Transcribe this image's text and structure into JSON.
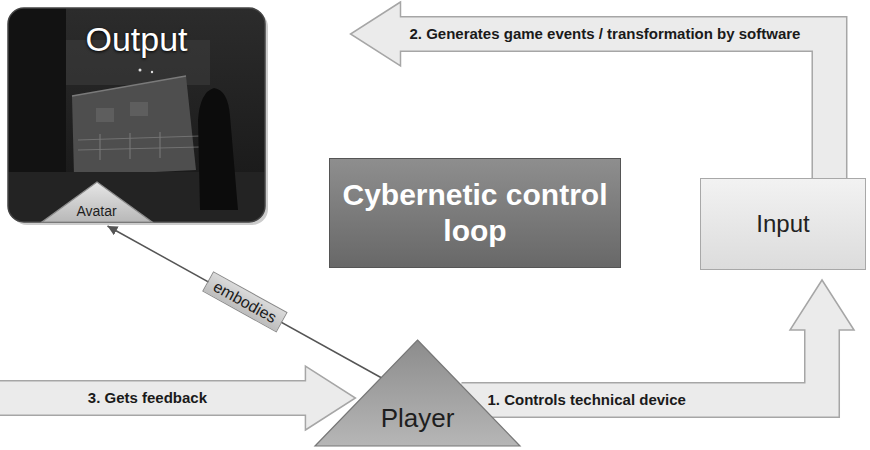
{
  "diagram": {
    "nodes": [
      {
        "text": [
          "Output"
        ]
      },
      {
        "text": [
          "Avatar"
        ],
        "in": 0
      },
      {
        "text": [
          "Cybernetic control loop"
        ]
      },
      {
        "text": [
          "Input"
        ]
      },
      {
        "text": [
          "Player"
        ]
      }
    ],
    "edges": [
      {
        "from": 4,
        "to": 3,
        "arrow": "to",
        "label": "1. Controls technical device"
      },
      {
        "from": 3,
        "to": 0,
        "arrow": "to",
        "label": "2. Generates game events / transformation by software"
      },
      {
        "from": 0,
        "to": 4,
        "arrow": "to",
        "label": "3. Gets feedback"
      },
      {
        "from": 4,
        "to": 1,
        "arrow": "to",
        "label": "embodies"
      }
    ]
  }
}
